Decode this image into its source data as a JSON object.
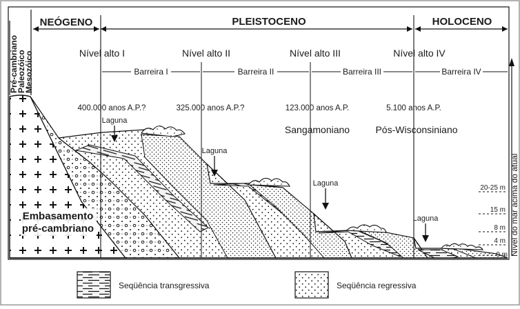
{
  "eras": {
    "pre_cambriano": "Pré-cambriano",
    "paleozoico": "Paleozóico",
    "mesozoico": "Mesozóico",
    "neogeno": "NEÓGENO",
    "pleistoceno": "PLEISTOCENO",
    "holoceno": "HOLOCENO"
  },
  "levels": [
    "Nível alto I",
    "Nível alto II",
    "Nível alto III",
    "Nível alto IV"
  ],
  "barriers": [
    "Barreira I",
    "Barreira II",
    "Barreira III",
    "Barreira IV"
  ],
  "ages": [
    "400.000 anos A.P.?",
    "325.000 anos A.P.?",
    "123.000 anos A.P.",
    "5.100 anos A.P."
  ],
  "stage_names": [
    "Sangamoniano",
    "Pós-Wisconsiniano"
  ],
  "lagoon_label": "Laguna",
  "basement": {
    "line1": "Embasamento",
    "line2": "pré-cambriano"
  },
  "sea_level_axis": "Nível do mar acima do atual",
  "scale_marks": [
    "20-25 m",
    "15 m",
    "8 m",
    "4 m",
    "0 m"
  ],
  "legend": {
    "transgressive": "Seqüência transgressiva",
    "regressive": "Seqüência regressiva"
  }
}
